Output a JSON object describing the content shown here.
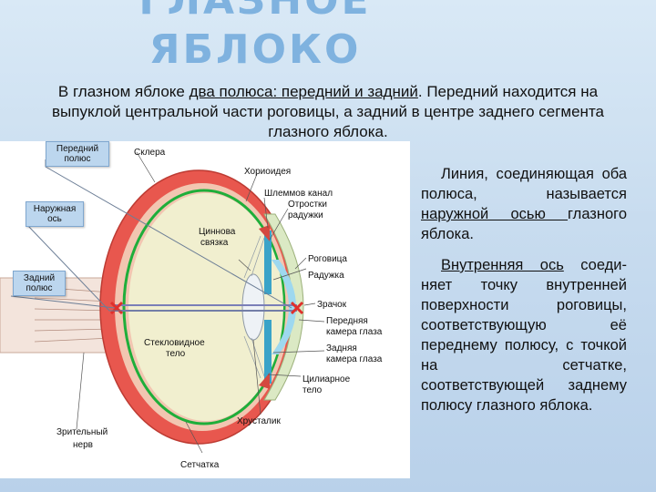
{
  "title": "ГЛАЗНОЕ ЯБЛОКО",
  "intro": {
    "part1": "В глазном яблоке ",
    "underlined": "два полюса: передний и задний",
    "part2": ". Передний находится на выпуклой центральной части роговицы, а задний в центре заднего сегмента глазного яблока."
  },
  "tags": {
    "front_pole": "Передний полюс",
    "outer_axis": "Наружная ось",
    "back_pole": "Задний полюс"
  },
  "labels": {
    "sclera": "Склера",
    "choroid": "Хориоидея",
    "schlemm": "Шлеммов канал",
    "ciliary_processes_1": "Отростки",
    "ciliary_processes_2": "радужки",
    "zinn_1": "Циннова",
    "zinn_2": "связка",
    "cornea": "Роговица",
    "iris": "Радужка",
    "pupil": "Зрачок",
    "anterior_chamber_1": "Передняя",
    "anterior_chamber_2": "камера глаза",
    "posterior_chamber_1": "Задняя",
    "posterior_chamber_2": "камера глаза",
    "vitreous_1": "Стекловидное",
    "vitreous_2": "тело",
    "ciliary_body_1": "Цилиарное",
    "ciliary_body_2": "тело",
    "lens": "Хрусталик",
    "optic_nerve_1": "Зрительный",
    "optic_nerve_2": "нерв",
    "retina": "Сетчатка"
  },
  "para1": {
    "lead": "Линия, соединяющая оба полюса, называется ",
    "underlined": "наружной осью ",
    "rest": "глазного яблока."
  },
  "para2": {
    "underlined": "Внутренняя ось",
    "rest": " соеди- няет точку внутренней поверхности роговицы, соответствующую её переднему полюсу, с точкой на сетчатке, соответствующей заднему полюсу глазного яблока."
  },
  "colors": {
    "title": "#7fb2df",
    "sclera": "#e8574e",
    "retina": "#1fae3a",
    "axis": "#7a7fb8",
    "pole_marker": "#e0302b"
  }
}
